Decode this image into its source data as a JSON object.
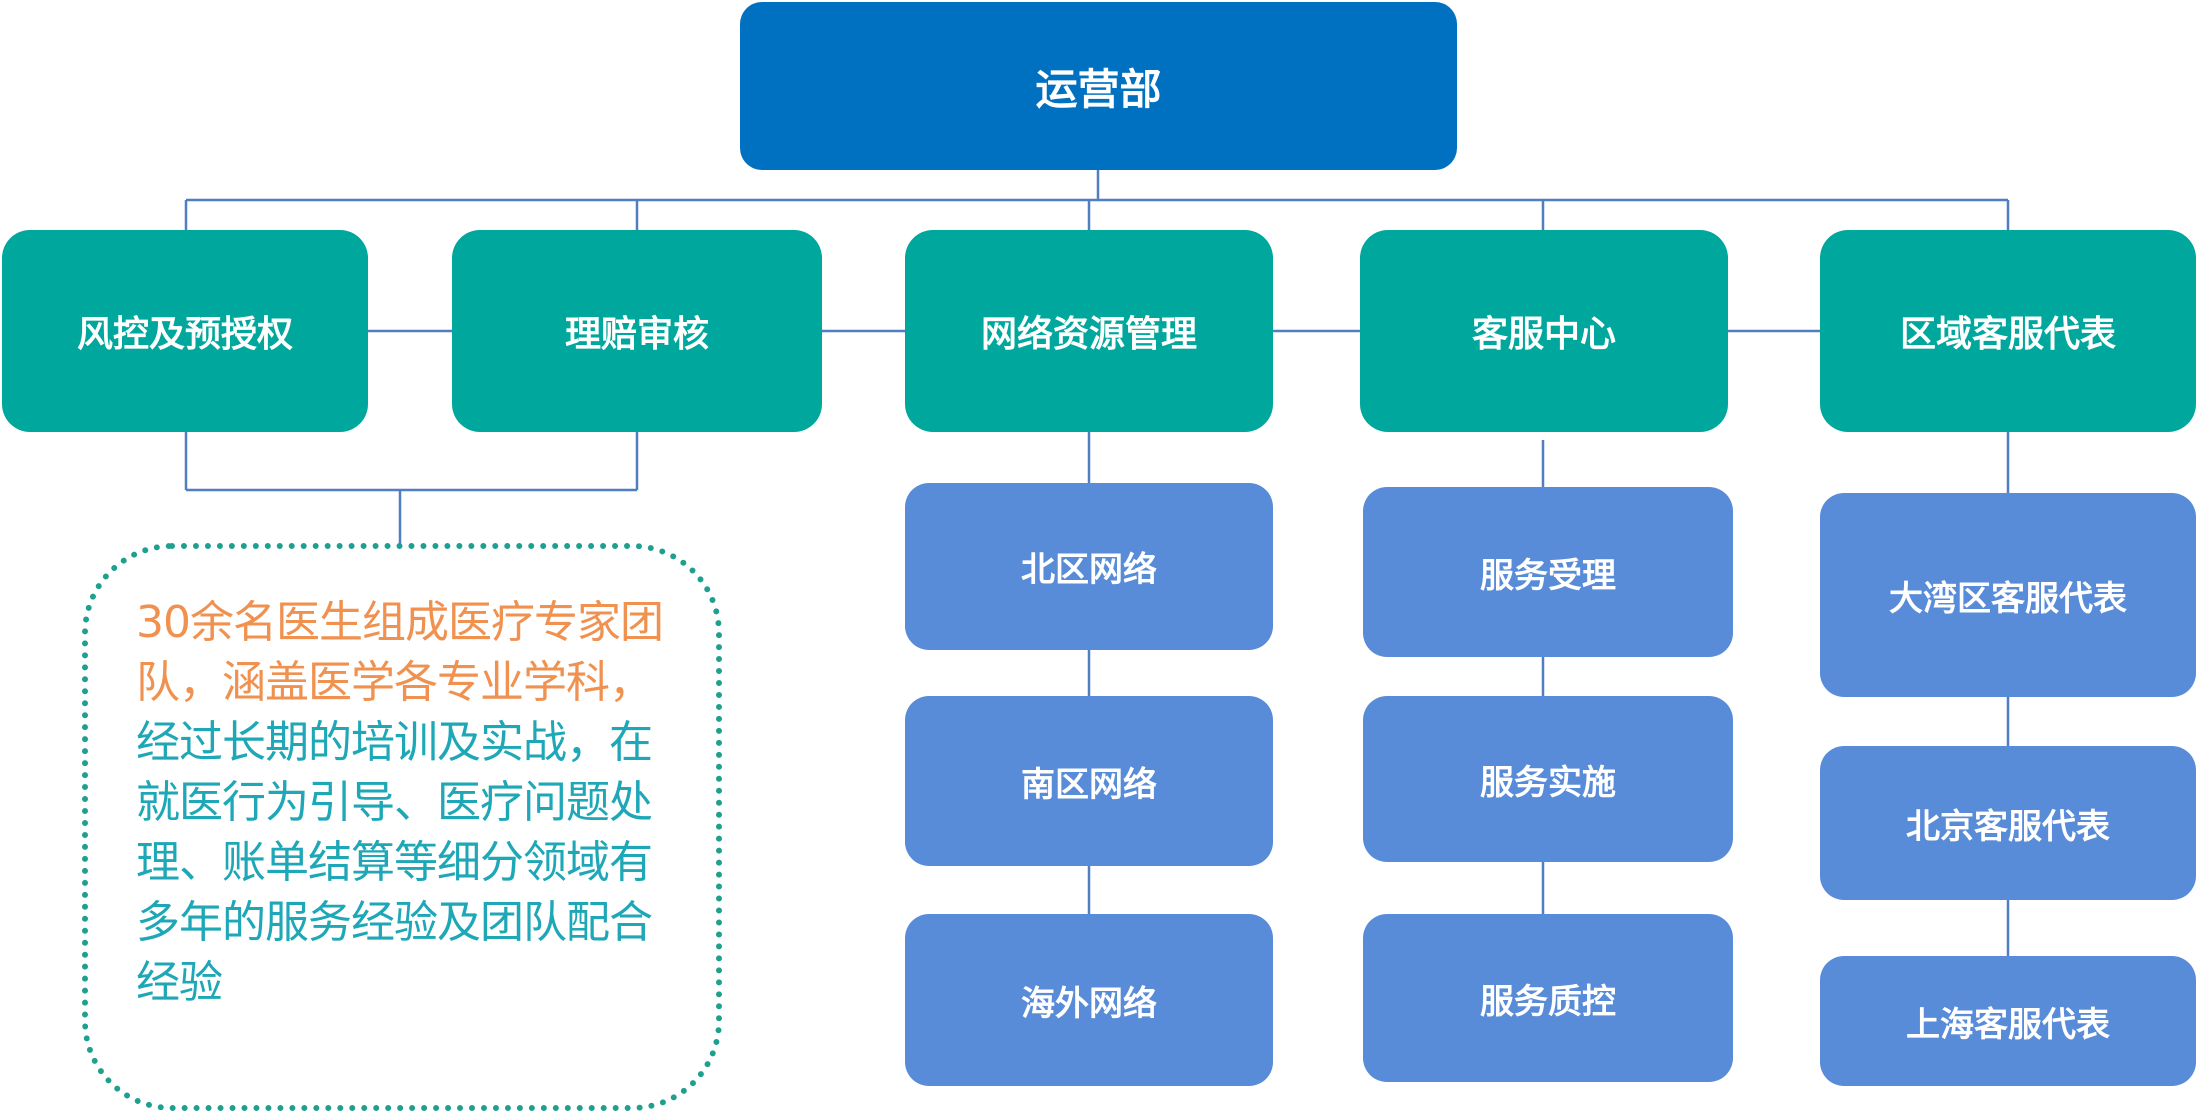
{
  "root": {
    "label": "运营部"
  },
  "departments": [
    {
      "label": "风控及预授权"
    },
    {
      "label": "理赔审核"
    },
    {
      "label": "网络资源管理"
    },
    {
      "label": "客服中心"
    },
    {
      "label": "区域客服代表"
    }
  ],
  "network_units": [
    {
      "label": "北区网络"
    },
    {
      "label": "南区网络"
    },
    {
      "label": "海外网络"
    }
  ],
  "service_units": [
    {
      "label": "服务受理"
    },
    {
      "label": "服务实施"
    },
    {
      "label": "服务质控"
    }
  ],
  "regional_units": [
    {
      "label": "大湾区客服代表"
    },
    {
      "label": "北京客服代表"
    },
    {
      "label": "上海客服代表"
    }
  ],
  "note": {
    "highlight": "30余名医生组成医疗专家团队，涵盖医学各专业学科，",
    "body": "经过长期的培训及实战，在就医行为引导、医疗问题处理、账单结算等细分领域有多年的服务经验及团队配合经验"
  },
  "colors": {
    "root": "#0070C0",
    "department": "#00A79D",
    "sub_unit": "#588BD8",
    "connector": "#4F7FC0",
    "note_border": "#1FA08F",
    "note_highlight": "#F0914F",
    "note_body": "#1EA7B6"
  }
}
